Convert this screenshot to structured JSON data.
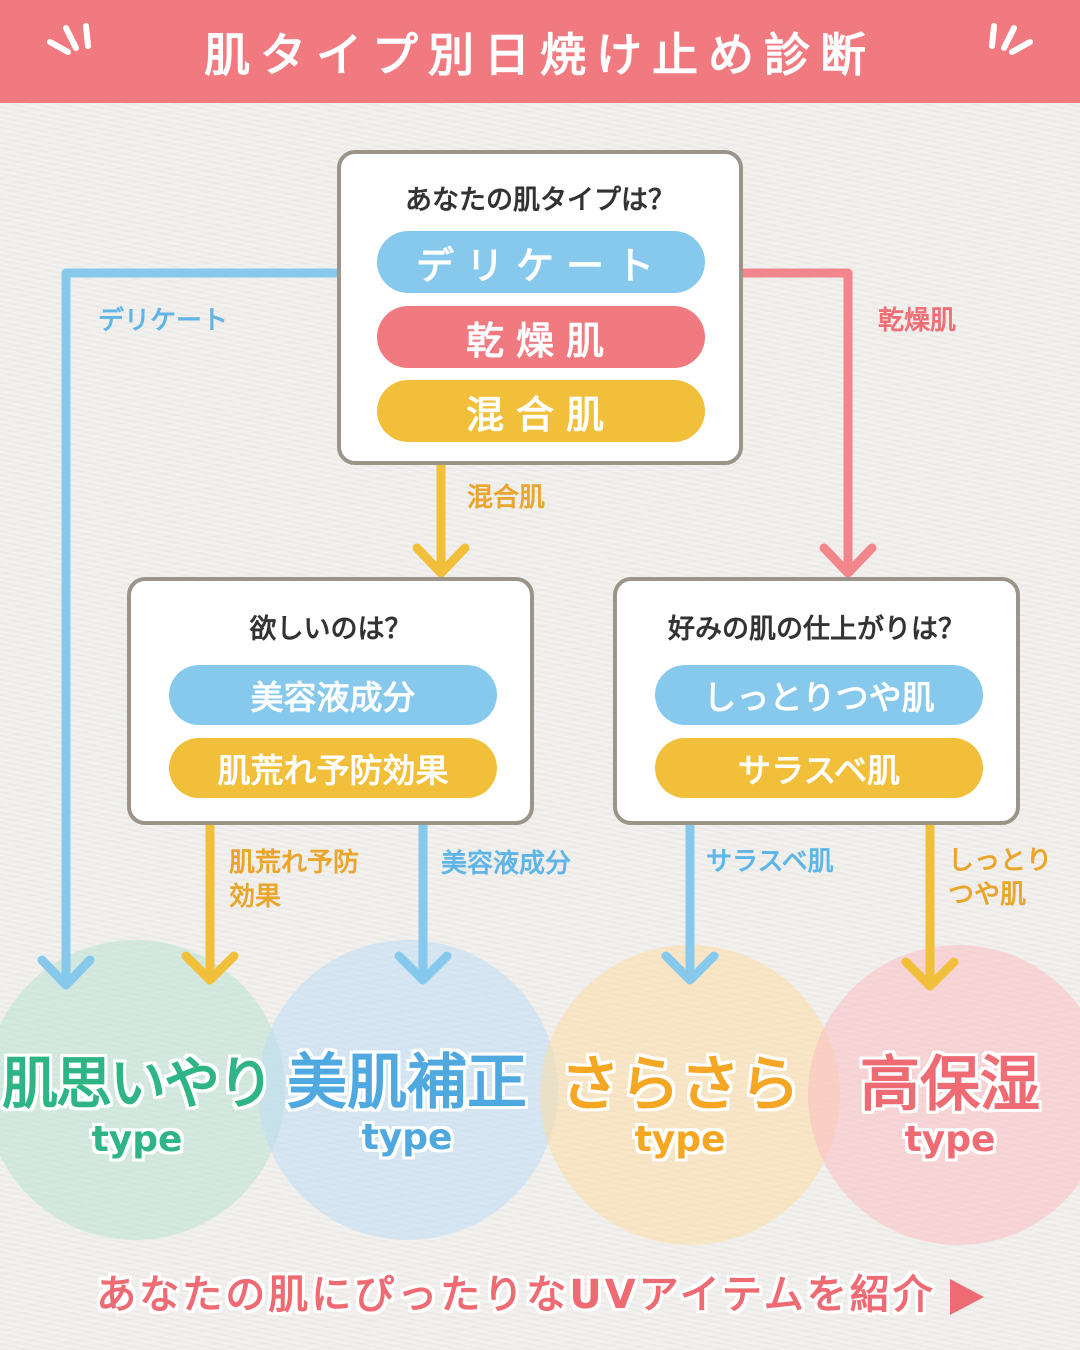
{
  "header": {
    "title": "肌タイプ別日焼け止め診断"
  },
  "top_box": {
    "question": "あなたの肌タイプは？",
    "options": [
      "デリケート",
      "乾燥肌",
      "混合肌"
    ]
  },
  "left_box": {
    "question": "欲しいのは？",
    "options": [
      "美容液成分",
      "肌荒れ予防効果"
    ]
  },
  "right_box": {
    "question": "好みの肌の仕上がりは？",
    "options": [
      "しっとりつや肌",
      "サラスベ肌"
    ]
  },
  "branch_labels": {
    "delicate": "デリケート",
    "dry": "乾燥肌",
    "combination": "混合肌",
    "rough_prevention_1": "肌荒れ予防",
    "rough_prevention_2": "効果",
    "serum": "美容液成分",
    "smooth": "サラスベ肌",
    "moist_1": "しっとり",
    "moist_2": "つや肌"
  },
  "results": [
    {
      "name": "肌思いやり",
      "type": "type"
    },
    {
      "name": "美肌補正",
      "type": "type"
    },
    {
      "name": "さらさら",
      "type": "type"
    },
    {
      "name": "高保湿",
      "type": "type"
    }
  ],
  "footer": {
    "text": "あなたの肌にぴったりなUVアイテムを紹介"
  },
  "colors": {
    "pink": "#f07a80",
    "blue": "#86c9ec",
    "yellow": "#f2bf3a",
    "green": "#2fb486"
  }
}
